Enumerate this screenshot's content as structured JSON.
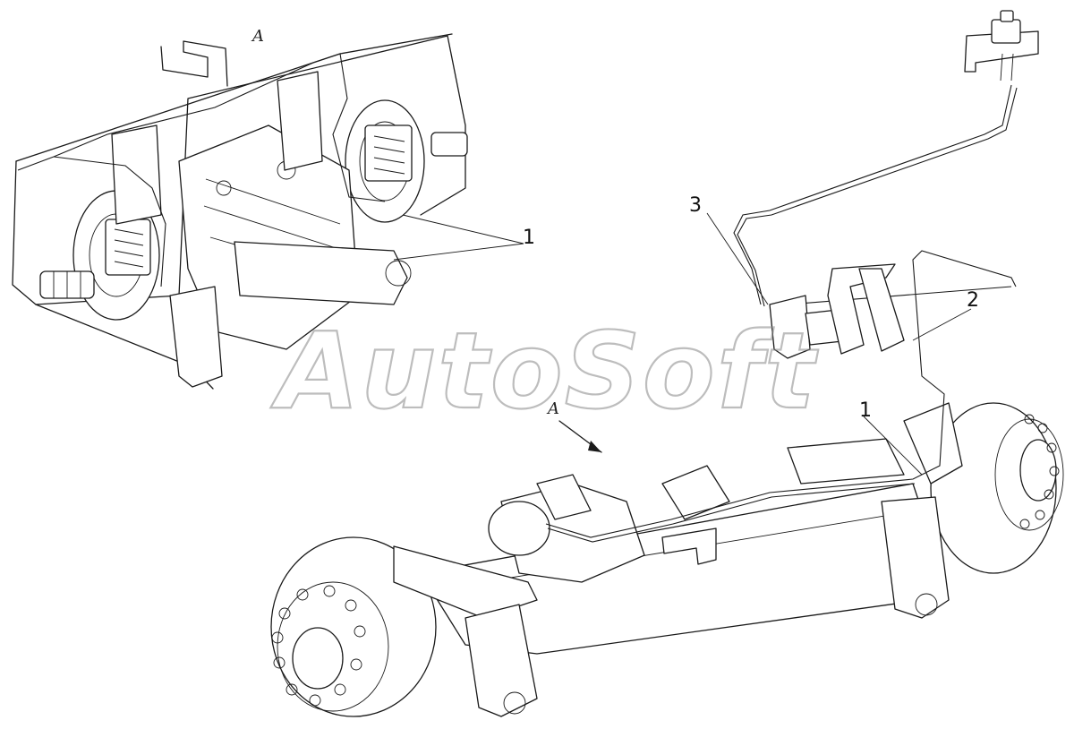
{
  "diagram": {
    "callouts": {
      "inset_part_1": "1",
      "main_part_1": "1",
      "main_part_2": "2",
      "main_part_3": "3"
    },
    "view_labels": {
      "inset_view": "A",
      "arrow_view": "A"
    },
    "watermark": "AutoSoft"
  }
}
